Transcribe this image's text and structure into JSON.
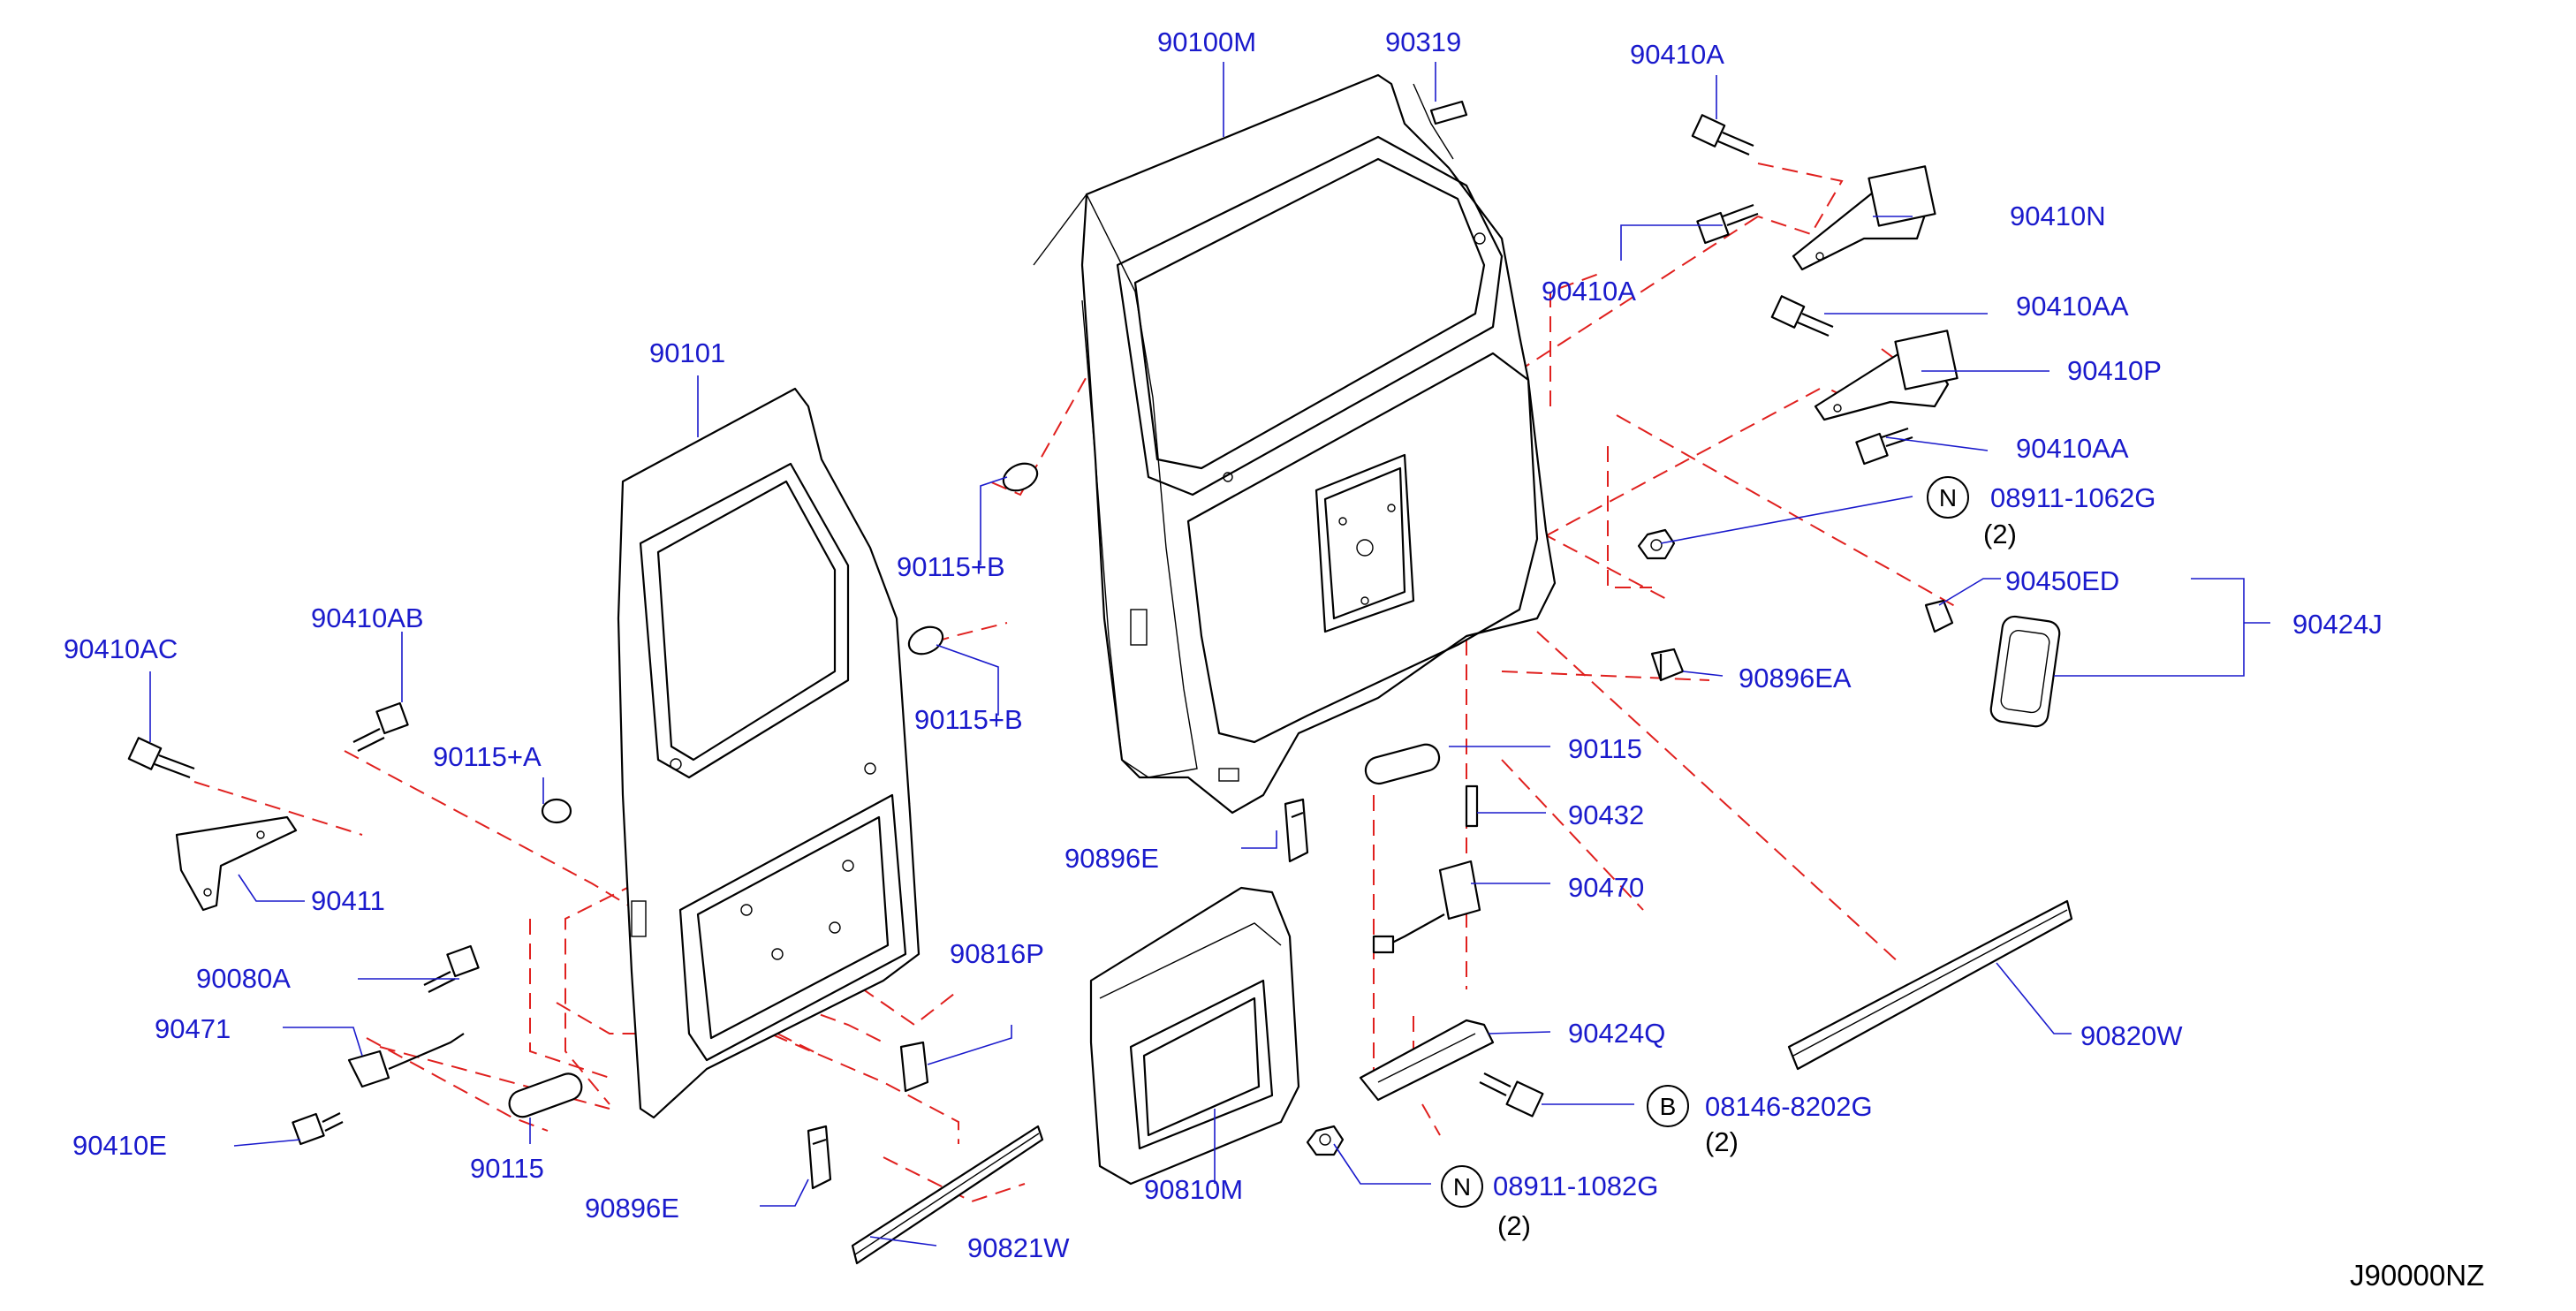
{
  "diagram_code": "J90000NZ",
  "colors": {
    "label": "#1a1acc",
    "dashed_guide": "#e0201e",
    "outline": "#000000"
  },
  "labels": {
    "p90100M": "90100M",
    "p90319": "90319",
    "p90410A_top": "90410A",
    "p90410N": "90410N",
    "p90410A_mid": "90410A",
    "p90410AA_top": "90410AA",
    "p90410P": "90410P",
    "p90410AA_bot": "90410AA",
    "p08911_1062G": "08911-1062G",
    "p08911_1062G_qty": "(2)",
    "p90450ED": "90450ED",
    "p90424J": "90424J",
    "p90896EA": "90896EA",
    "p90115_right": "90115",
    "p90432": "90432",
    "p90470": "90470",
    "p90896E_mid": "90896E",
    "p90424Q": "90424Q",
    "p08146_8202G": "08146-8202G",
    "p08146_8202G_qty": "(2)",
    "p08911_1082G": "08911-1082G",
    "p08911_1082G_qty": "(2)",
    "p90820W": "90820W",
    "p90810M": "90810M",
    "p90101": "90101",
    "p90115B_top": "90115+B",
    "p90115B_mid": "90115+B",
    "p90410AC": "90410AC",
    "p90410AB": "90410AB",
    "p90115A": "90115+A",
    "p90411": "90411",
    "p90080A": "90080A",
    "p90471": "90471",
    "p90410E": "90410E",
    "p90115_left": "90115",
    "p90896E_bot": "90896E",
    "p90816P": "90816P",
    "p90821W": "90821W"
  },
  "badges": {
    "n1": "N",
    "b1": "B",
    "n2": "N"
  }
}
